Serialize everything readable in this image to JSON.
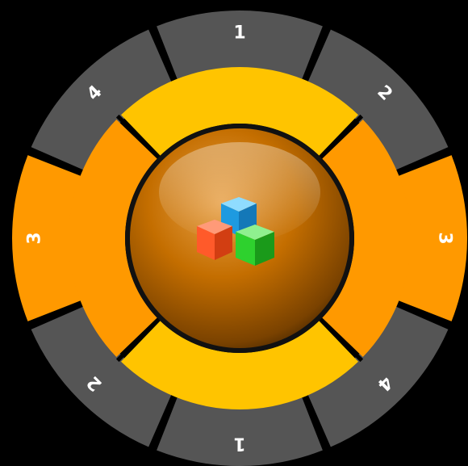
{
  "outer_ring": {
    "segments": [
      {
        "id": "top",
        "label": "1",
        "color": "#555555"
      },
      {
        "id": "top-right",
        "label": "2",
        "color": "#555555"
      },
      {
        "id": "right",
        "label": "3",
        "color": "#FF9900"
      },
      {
        "id": "bottom-right",
        "label": "4",
        "color": "#555555"
      },
      {
        "id": "bottom",
        "label": "1",
        "color": "#555555"
      },
      {
        "id": "bottom-left",
        "label": "2",
        "color": "#555555"
      },
      {
        "id": "left",
        "label": "3",
        "color": "#FF9900"
      },
      {
        "id": "top-left",
        "label": "4",
        "color": "#555555"
      }
    ]
  },
  "middle_ring": {
    "segments": [
      {
        "id": "top",
        "color": "#FFC400"
      },
      {
        "id": "right",
        "color": "#FF9900"
      },
      {
        "id": "bottom",
        "color": "#FFC400"
      },
      {
        "id": "left",
        "color": "#FF9900"
      }
    ]
  },
  "center": {
    "icon": "cubes-icon",
    "colors": {
      "sphere": "#C46E00",
      "cube_red": "#FF5A2A",
      "cube_blue": "#2AB8FF",
      "cube_green": "#2ED12E"
    }
  }
}
